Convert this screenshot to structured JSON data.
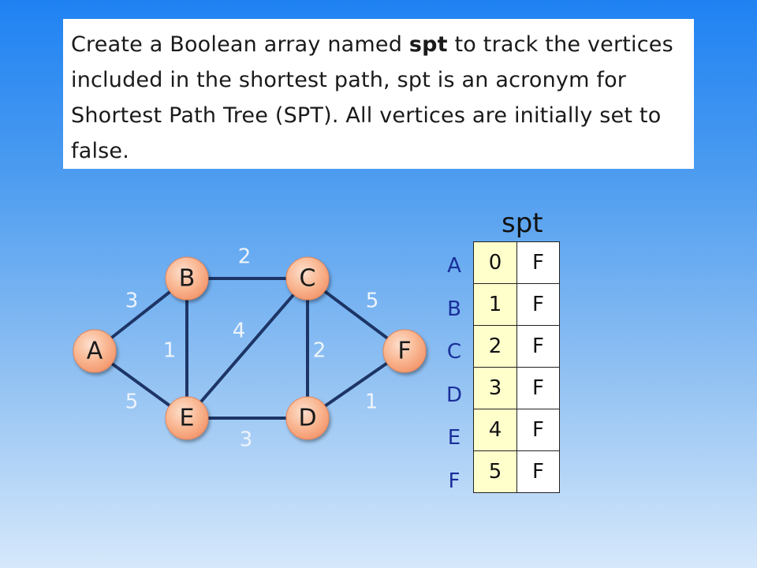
{
  "description": {
    "part1": "Create a Boolean array named ",
    "bold": "spt",
    "part2": " to track the vertices included in the shortest path, spt is an acronym for Shortest Path Tree (SPT). All vertices are initially set to false."
  },
  "graph": {
    "nodes": [
      "A",
      "B",
      "C",
      "D",
      "E",
      "F"
    ],
    "edges": [
      {
        "from": "A",
        "to": "B",
        "weight": "3"
      },
      {
        "from": "A",
        "to": "E",
        "weight": "5"
      },
      {
        "from": "B",
        "to": "C",
        "weight": "2"
      },
      {
        "from": "B",
        "to": "E",
        "weight": "1"
      },
      {
        "from": "C",
        "to": "E",
        "weight": "4"
      },
      {
        "from": "C",
        "to": "D",
        "weight": "2"
      },
      {
        "from": "C",
        "to": "F",
        "weight": "5"
      },
      {
        "from": "E",
        "to": "D",
        "weight": "3"
      },
      {
        "from": "D",
        "to": "F",
        "weight": "1"
      }
    ],
    "node_fill": "#f7b08a",
    "edge_color": "#1d3566"
  },
  "spt": {
    "title": "spt",
    "rows": [
      {
        "vertex": "A",
        "index": "0",
        "value": "F"
      },
      {
        "vertex": "B",
        "index": "1",
        "value": "F"
      },
      {
        "vertex": "C",
        "index": "2",
        "value": "F"
      },
      {
        "vertex": "D",
        "index": "3",
        "value": "F"
      },
      {
        "vertex": "E",
        "index": "4",
        "value": "F"
      },
      {
        "vertex": "F",
        "index": "5",
        "value": "F"
      }
    ]
  }
}
